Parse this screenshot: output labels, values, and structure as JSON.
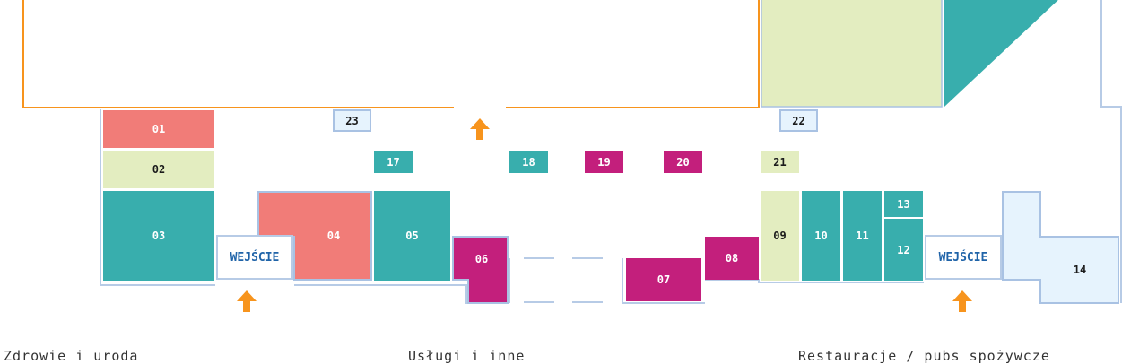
{
  "colors": {
    "salmon": "#f17c78",
    "lime": "#e3edc0",
    "teal": "#38aead",
    "magenta": "#c31f7c",
    "lightblue": "#e6f3fd",
    "outline": "#a9c2e3",
    "orange": "#f7941d",
    "entry_text": "#1f63a8"
  },
  "units": [
    {
      "id": "01",
      "color": "salmon"
    },
    {
      "id": "02",
      "color": "lime"
    },
    {
      "id": "03",
      "color": "teal"
    },
    {
      "id": "04",
      "color": "salmon"
    },
    {
      "id": "05",
      "color": "teal"
    },
    {
      "id": "06",
      "color": "magenta"
    },
    {
      "id": "07",
      "color": "magenta"
    },
    {
      "id": "08",
      "color": "magenta"
    },
    {
      "id": "09",
      "color": "lime"
    },
    {
      "id": "10",
      "color": "teal"
    },
    {
      "id": "11",
      "color": "teal"
    },
    {
      "id": "12",
      "color": "teal"
    },
    {
      "id": "13",
      "color": "teal"
    },
    {
      "id": "14",
      "color": "lightblue"
    },
    {
      "id": "17",
      "color": "teal"
    },
    {
      "id": "18",
      "color": "teal"
    },
    {
      "id": "19",
      "color": "magenta"
    },
    {
      "id": "20",
      "color": "magenta"
    },
    {
      "id": "21",
      "color": "lime"
    },
    {
      "id": "22",
      "color": "lightblue"
    },
    {
      "id": "23",
      "color": "lightblue"
    }
  ],
  "entrances": [
    {
      "label": "WEJŚCIE"
    },
    {
      "label": "WEJŚCIE"
    }
  ],
  "arrows": [
    "arrow-up-icon",
    "arrow-up-icon",
    "arrow-up-icon"
  ],
  "legend": [
    {
      "label": "Zdrowie i uroda",
      "color": "salmon"
    },
    {
      "label": "Usługi i inne",
      "color": "teal"
    },
    {
      "label": "Restauracje / pubs spożywcze",
      "color": "magenta"
    }
  ]
}
